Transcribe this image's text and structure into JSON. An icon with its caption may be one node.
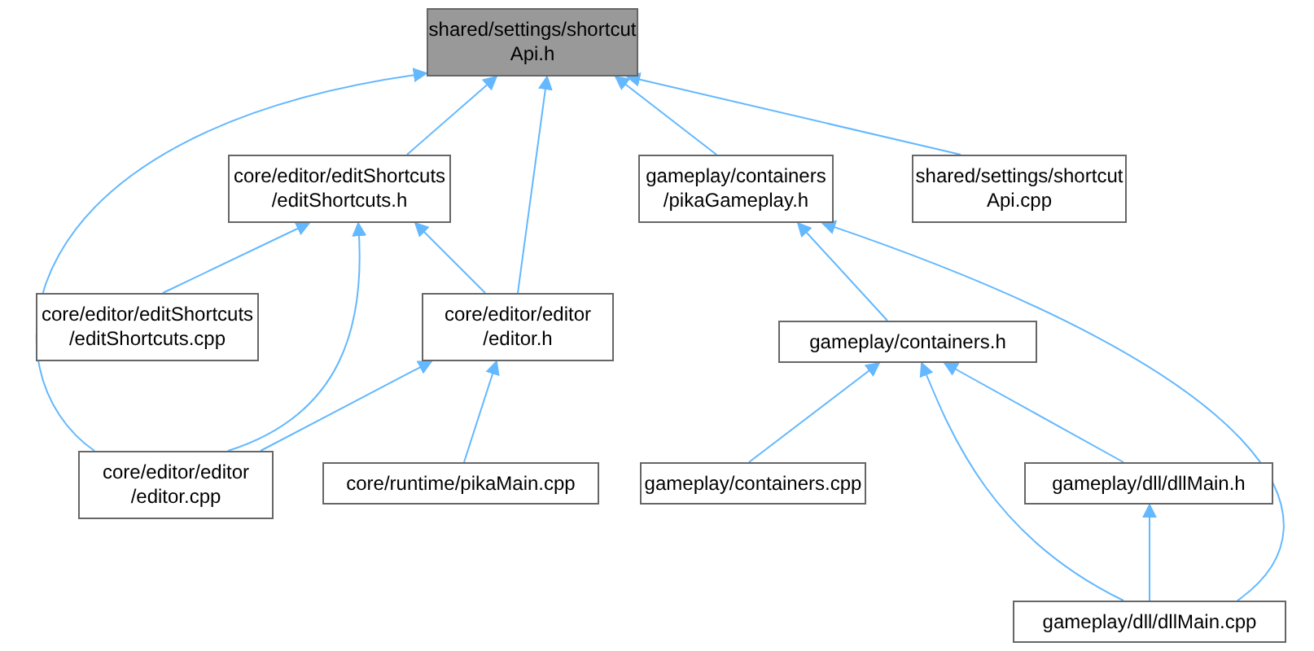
{
  "diagram": {
    "nodes": [
      {
        "text": [
          "shared/settings/shortcut Api.h"
        ]
      },
      {
        "text": [
          "core/editor/editShortcuts /editShortcuts.h"
        ]
      },
      {
        "text": [
          "gameplay/containers /pikaGameplay.h"
        ]
      },
      {
        "text": [
          "shared/settings/shortcut Api.cpp"
        ]
      },
      {
        "text": [
          "core/editor/editShortcuts /editShortcuts.cpp"
        ]
      },
      {
        "text": [
          "core/editor/editor /editor.h"
        ]
      },
      {
        "text": [
          "gameplay/containers.h"
        ]
      },
      {
        "text": [
          "core/editor/editor /editor.cpp"
        ]
      },
      {
        "text": [
          "core/runtime/pikaMain.cpp"
        ]
      },
      {
        "text": [
          "gameplay/containers.cpp"
        ]
      },
      {
        "text": [
          "gameplay/dll/dllMain.h"
        ]
      },
      {
        "text": [
          "gameplay/dll/dllMain.cpp"
        ]
      }
    ],
    "edges": [
      {
        "from": 1,
        "to": 0,
        "arrow": "to"
      },
      {
        "from": 7,
        "to": 0,
        "arrow": "to"
      },
      {
        "from": 5,
        "to": 0,
        "arrow": "to"
      },
      {
        "from": 2,
        "to": 0,
        "arrow": "to"
      },
      {
        "from": 3,
        "to": 0,
        "arrow": "to"
      },
      {
        "from": 4,
        "to": 1,
        "arrow": "to"
      },
      {
        "from": 7,
        "to": 1,
        "arrow": "to"
      },
      {
        "from": 5,
        "to": 1,
        "arrow": "to"
      },
      {
        "from": 7,
        "to": 5,
        "arrow": "to"
      },
      {
        "from": 8,
        "to": 5,
        "arrow": "to"
      },
      {
        "from": 6,
        "to": 2,
        "arrow": "to"
      },
      {
        "from": 11,
        "to": 2,
        "arrow": "to"
      },
      {
        "from": 9,
        "to": 6,
        "arrow": "to"
      },
      {
        "from": 10,
        "to": 6,
        "arrow": "to"
      },
      {
        "from": 11,
        "to": 6,
        "arrow": "to"
      },
      {
        "from": 11,
        "to": 10,
        "arrow": "to"
      }
    ]
  }
}
